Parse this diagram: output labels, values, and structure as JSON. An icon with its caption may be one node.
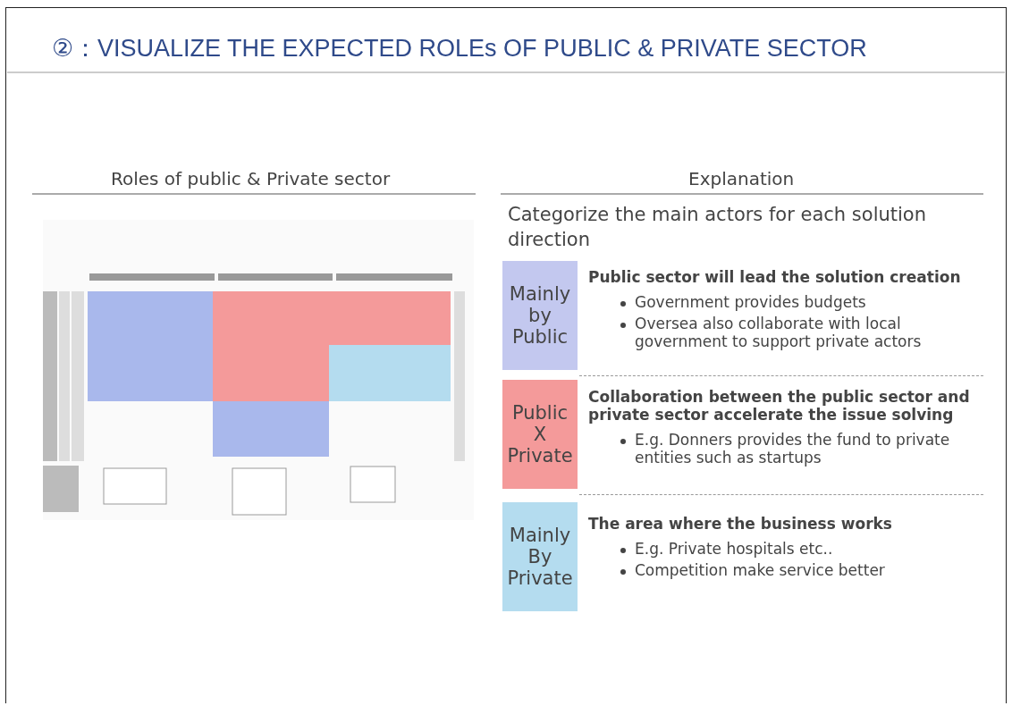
{
  "diagram": {
    "title": "②：VISUALIZE THE EXPECTED ROLEs OF PUBLIC & PRIVATE SECTOR",
    "nodes": [
      {
        "text": [],
        "shape": "picture"
      },
      {
        "text": [
          "Mainly by Public"
        ],
        "beside": [
          "Public sector will lead the solution creation",
          "Government provides budgets",
          "Oversea also collaborate with local government to support private actors"
        ]
      },
      {
        "text": [
          "Public X Private"
        ],
        "beside": [
          "Collaboration between the public sector and private sector accelerate the issue solving",
          "E.g. Donners provides the fund to private entities such as startups"
        ]
      },
      {
        "text": [
          "Mainly By Private"
        ],
        "beside": [
          "The area where the business works",
          "E.g. Private hospitals etc..",
          "Competition make service better"
        ]
      }
    ],
    "labels": [
      "Roles of public & Private sector",
      "Explanation",
      "Categorize the main actors for each solution direction"
    ]
  }
}
